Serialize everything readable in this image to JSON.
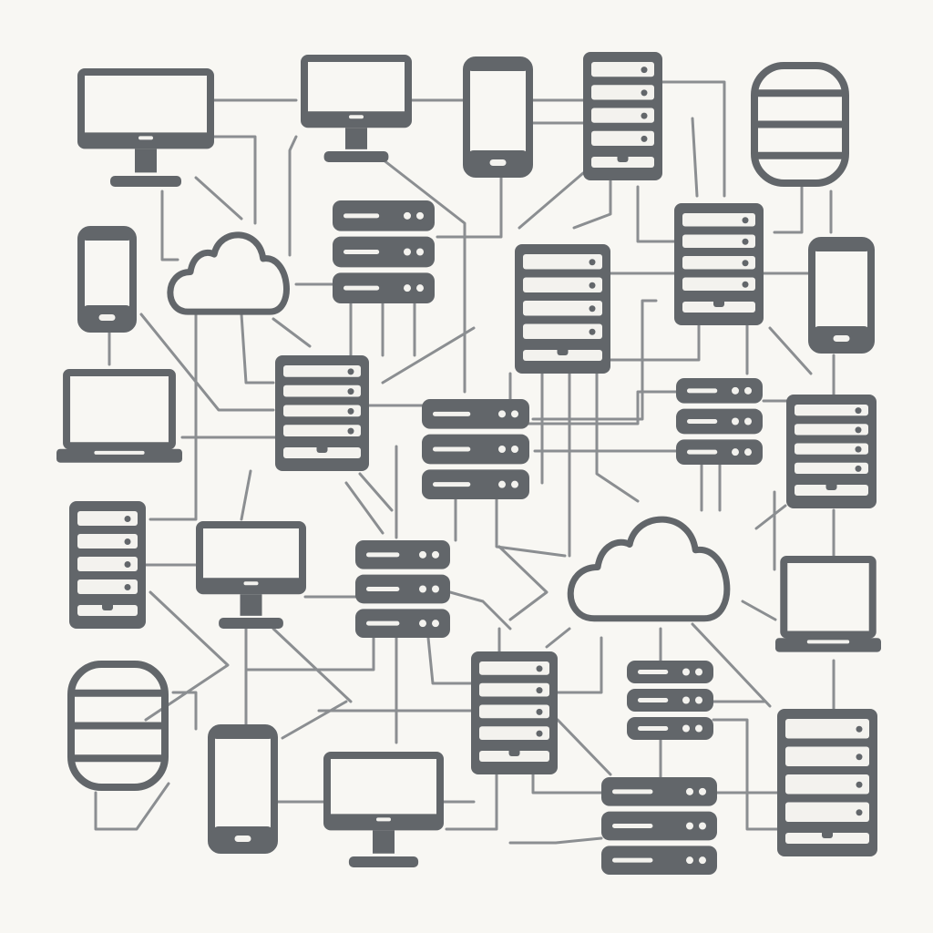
{
  "colors": {
    "background": "#f8f7f3",
    "icon": "#62666a",
    "connector": "#8b8e91",
    "highlight": "#f3f2ee"
  },
  "nodes": [
    "monitor",
    "monitor",
    "phone",
    "server-tower",
    "database",
    "server-rack",
    "phone",
    "cloud",
    "server-tower",
    "server-tower",
    "phone",
    "laptop",
    "server-tower",
    "server-rack",
    "server-rack",
    "server-tower",
    "server-tower",
    "monitor",
    "server-rack",
    "cloud",
    "laptop",
    "database",
    "server-tower",
    "server-rack",
    "server-tower",
    "phone",
    "monitor",
    "server-rack"
  ]
}
